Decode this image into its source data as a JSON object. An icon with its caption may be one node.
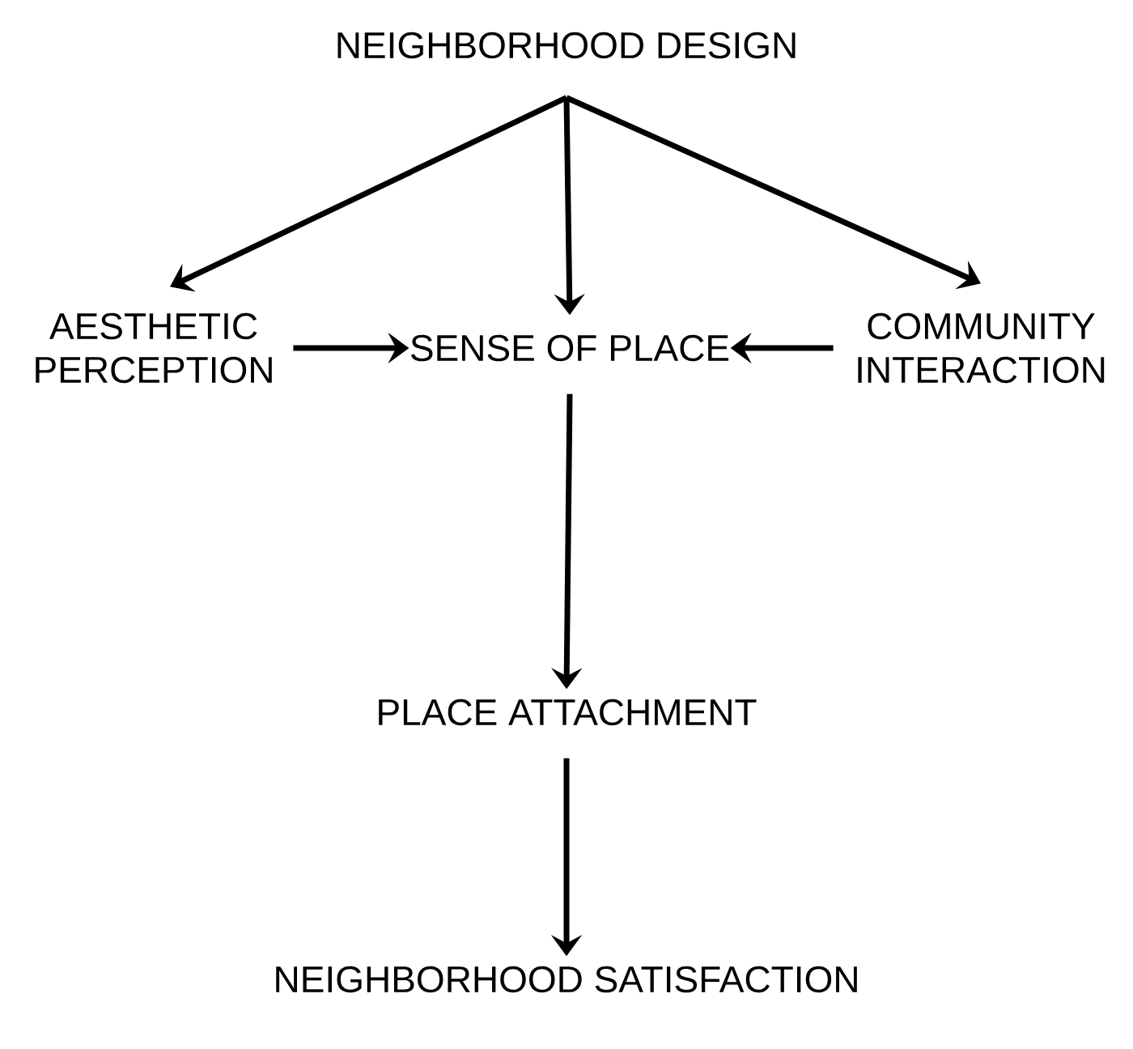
{
  "diagram": {
    "nodes": [
      {
        "text": [
          "NEIGHBORHOOD DESIGN"
        ]
      },
      {
        "text": [
          "AESTHETIC PERCEPTION"
        ]
      },
      {
        "text": [
          "SENSE OF PLACE"
        ]
      },
      {
        "text": [
          "COMMUNITY INTERACTION"
        ]
      },
      {
        "text": [
          "PLACE ATTACHMENT"
        ]
      },
      {
        "text": [
          "NEIGHBORHOOD SATISFACTION"
        ]
      }
    ],
    "edges": [
      {
        "from": 0,
        "to": 1,
        "arrow": "to"
      },
      {
        "from": 0,
        "to": 2,
        "arrow": "to"
      },
      {
        "from": 0,
        "to": 3,
        "arrow": "to"
      },
      {
        "from": 1,
        "to": 2,
        "arrow": "to"
      },
      {
        "from": 3,
        "to": 2,
        "arrow": "to"
      },
      {
        "from": 2,
        "to": 4,
        "arrow": "to"
      },
      {
        "from": 4,
        "to": 5,
        "arrow": "to"
      }
    ]
  }
}
